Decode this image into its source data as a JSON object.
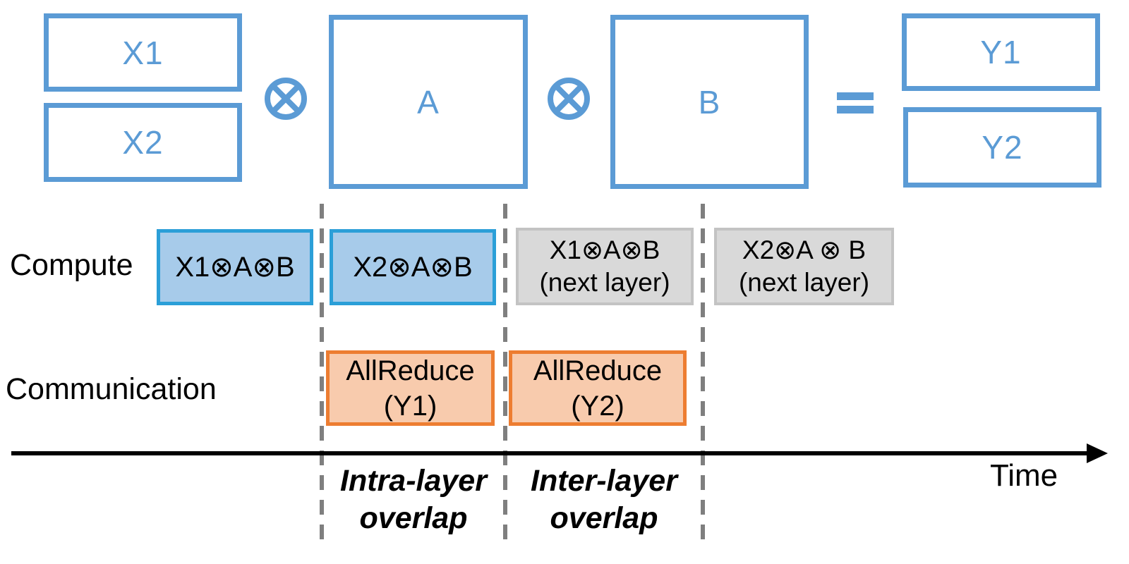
{
  "colors": {
    "matrix_blue": "#5B9BD5",
    "compute_fill": "#A7CBEA",
    "compute_border": "#2B9FD8",
    "next_layer_fill": "#D9D9D9",
    "next_layer_border": "#C3C3C3",
    "comm_fill": "#F8CBAD",
    "comm_border": "#ED7D31",
    "divider_gray": "#7F7F7F",
    "axis_black": "#000000"
  },
  "equation_row": {
    "x1_label": "X1",
    "x2_label": "X2",
    "a_label": "A",
    "b_label": "B",
    "y1_label": "Y1",
    "y2_label": "Y2",
    "otimes_symbol": "⊗",
    "equals_symbol": "="
  },
  "compute_row": {
    "label": "Compute",
    "boxes": [
      {
        "line1": "X1⊗A⊗B",
        "type": "current-layer"
      },
      {
        "line1": "X2⊗A⊗B",
        "type": "current-layer"
      },
      {
        "line1": "X1⊗A⊗B",
        "line2": "(next layer)",
        "type": "next-layer"
      },
      {
        "line1": "X2⊗A ⊗ B",
        "line2": "(next layer)",
        "type": "next-layer"
      }
    ]
  },
  "communication_row": {
    "label": "Communication",
    "boxes": [
      {
        "line1": "AllReduce",
        "line2": "(Y1)"
      },
      {
        "line1": "AllReduce",
        "line2": "(Y2)"
      }
    ]
  },
  "timeline": {
    "axis_label": "Time",
    "annotations": [
      {
        "line1": "Intra-layer",
        "line2": "overlap"
      },
      {
        "line1": "Inter-layer",
        "line2": "overlap"
      }
    ]
  }
}
